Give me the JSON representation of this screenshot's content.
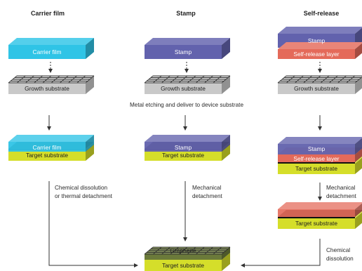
{
  "headers": {
    "carrier_film": "Carrier film",
    "stamp": "Stamp",
    "self_release": "Self-release"
  },
  "blocks": {
    "carrier_film": "Carrier film",
    "stamp": "Stamp",
    "self_release_layer": "Self-release layer",
    "growth_substrate": "Growth substrate",
    "target_substrate": "Target substrate",
    "graphene": "Graphene"
  },
  "steps": {
    "metal_etching": "Metal etching and deliver to device substrate",
    "chemical_dissolution_line1": "Chemical dissolution",
    "chemical_dissolution_line2": "or thermal detachment",
    "mechanical_line1": "Mechanical",
    "mechanical_line2": "detachment",
    "chemical_line1": "Chemical",
    "chemical_line2": "dissolution"
  },
  "colors": {
    "carrier_film": "#2fc4e6",
    "stamp": "#6262ad",
    "self_release_layer": "#e46a5a",
    "growth_substrate": "#c9c9c9",
    "target_substrate": "#d5de2a",
    "graphene_grid": "#2b2b2b",
    "arrow": "#333333"
  }
}
